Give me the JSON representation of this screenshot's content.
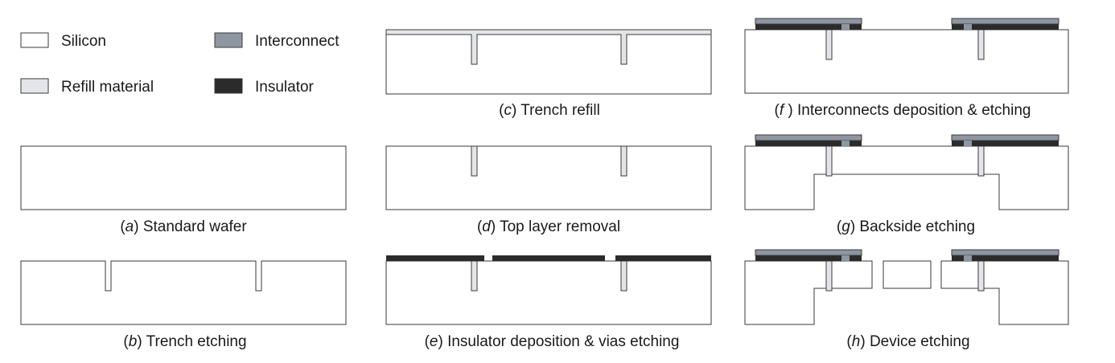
{
  "colors": {
    "silicon": "#ffffff",
    "refill": "#e4e5e8",
    "interconnect": "#8e96a2",
    "insulator": "#2b2b2b",
    "outline": "#3a3a3a"
  },
  "legend": [
    {
      "key": "silicon",
      "label": "Silicon"
    },
    {
      "key": "interconnect",
      "label": "Interconnect"
    },
    {
      "key": "refill",
      "label": "Refill material"
    },
    {
      "key": "insulator",
      "label": "Insulator"
    }
  ],
  "steps": {
    "a": {
      "letter": "a",
      "title": "Standard wafer"
    },
    "b": {
      "letter": "b",
      "title": "Trench etching"
    },
    "c": {
      "letter": "c",
      "title": "Trench refill"
    },
    "d": {
      "letter": "d",
      "title": "Top layer removal"
    },
    "e": {
      "letter": "e",
      "title": "Insulator deposition & vias etching"
    },
    "f": {
      "letter": "f",
      "title": "Interconnects deposition & etching"
    },
    "g": {
      "letter": "g",
      "title": "Backside etching"
    },
    "h": {
      "letter": "h",
      "title": "Device etching"
    }
  }
}
